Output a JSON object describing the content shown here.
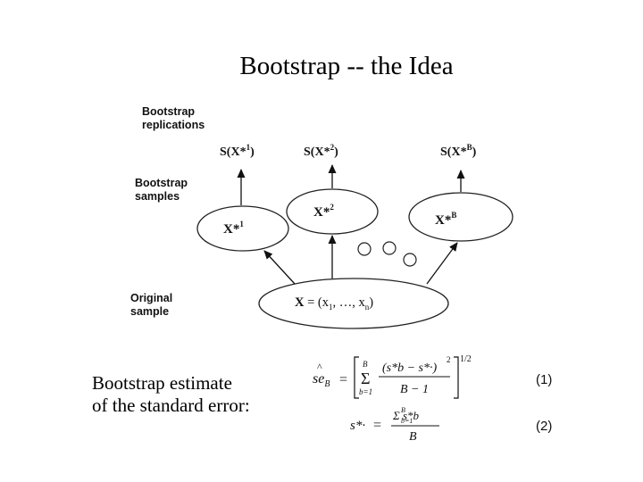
{
  "title": "Bootstrap -- the Idea",
  "labels": {
    "replications": [
      "Bootstrap",
      "replications"
    ],
    "samples": [
      "Bootstrap",
      "samples"
    ],
    "original": [
      "Original",
      "sample"
    ]
  },
  "replications": [
    {
      "prefix": "S(",
      "var": "X*",
      "sup": "1",
      "suffix": ")"
    },
    {
      "prefix": "S(",
      "var": "X*",
      "sup": "2",
      "suffix": ")"
    },
    {
      "prefix": "S(",
      "var": "X*",
      "sup": "B",
      "suffix": ")"
    }
  ],
  "samples": [
    {
      "var": "X*",
      "sup": "1"
    },
    {
      "var": "X*",
      "sup": "2"
    },
    {
      "var": "X*",
      "sup": "B"
    }
  ],
  "original_sample": {
    "var": "X",
    "eq": " = (x",
    "sub1": "1",
    "mid": ", …, x",
    "subn": "n",
    "close": ")"
  },
  "estimate_text": [
    "Bootstrap estimate",
    "of the standard error:"
  ],
  "formulas": {
    "se_lhs": "se",
    "se_sub": "B",
    "sum_upper": "B",
    "sum_lower": "b=1",
    "se_numerator": "(s*b − s*·)",
    "square": "2",
    "se_denominator": "B − 1",
    "root_power": "1/2",
    "mean_lhs": "s*·",
    "mean_numerator": "Σ s*b",
    "mean_sum_upper": "B",
    "mean_sum_lower": "b=1",
    "mean_denominator": "B",
    "eq1": "(1)",
    "eq2": "(2)"
  }
}
